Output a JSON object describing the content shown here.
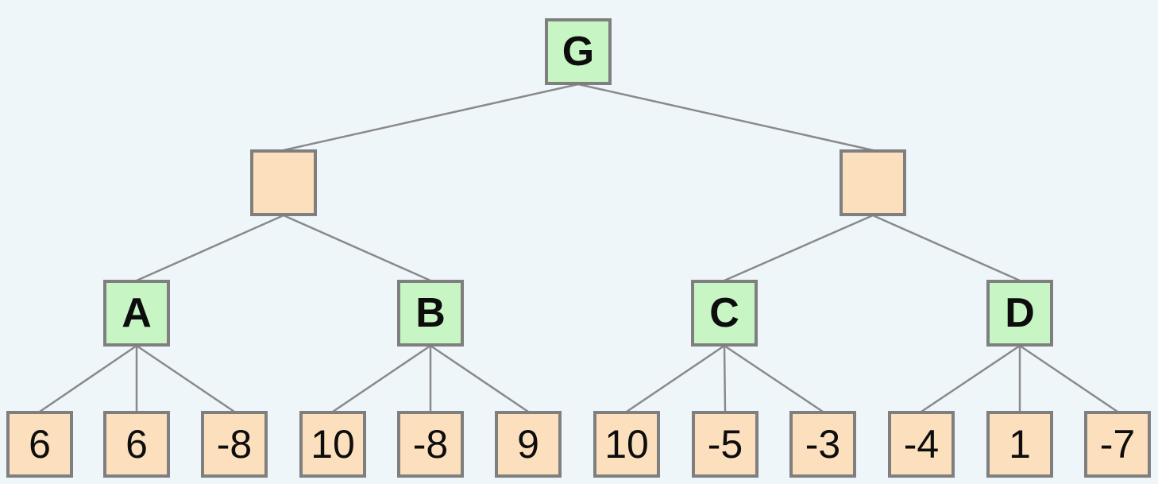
{
  "colors": {
    "background": "#eff6fa",
    "green_node_fill": "#c7f5c4",
    "orange_node_fill": "#fce0bd",
    "node_border": "#7f7f7f",
    "edge_line": "#8a8a8a",
    "text": "#0d0d0d"
  },
  "tree": {
    "root": {
      "label": "G",
      "children": [
        {
          "label": "",
          "children": [
            {
              "label": "A",
              "children": [
                "6",
                "6",
                "-8"
              ]
            },
            {
              "label": "B",
              "children": [
                "10",
                "-8",
                "9"
              ]
            }
          ]
        },
        {
          "label": "",
          "children": [
            {
              "label": "C",
              "children": [
                "10",
                "-5",
                "-3"
              ]
            },
            {
              "label": "D",
              "children": [
                "-4",
                "1",
                "-7"
              ]
            }
          ]
        }
      ]
    }
  }
}
